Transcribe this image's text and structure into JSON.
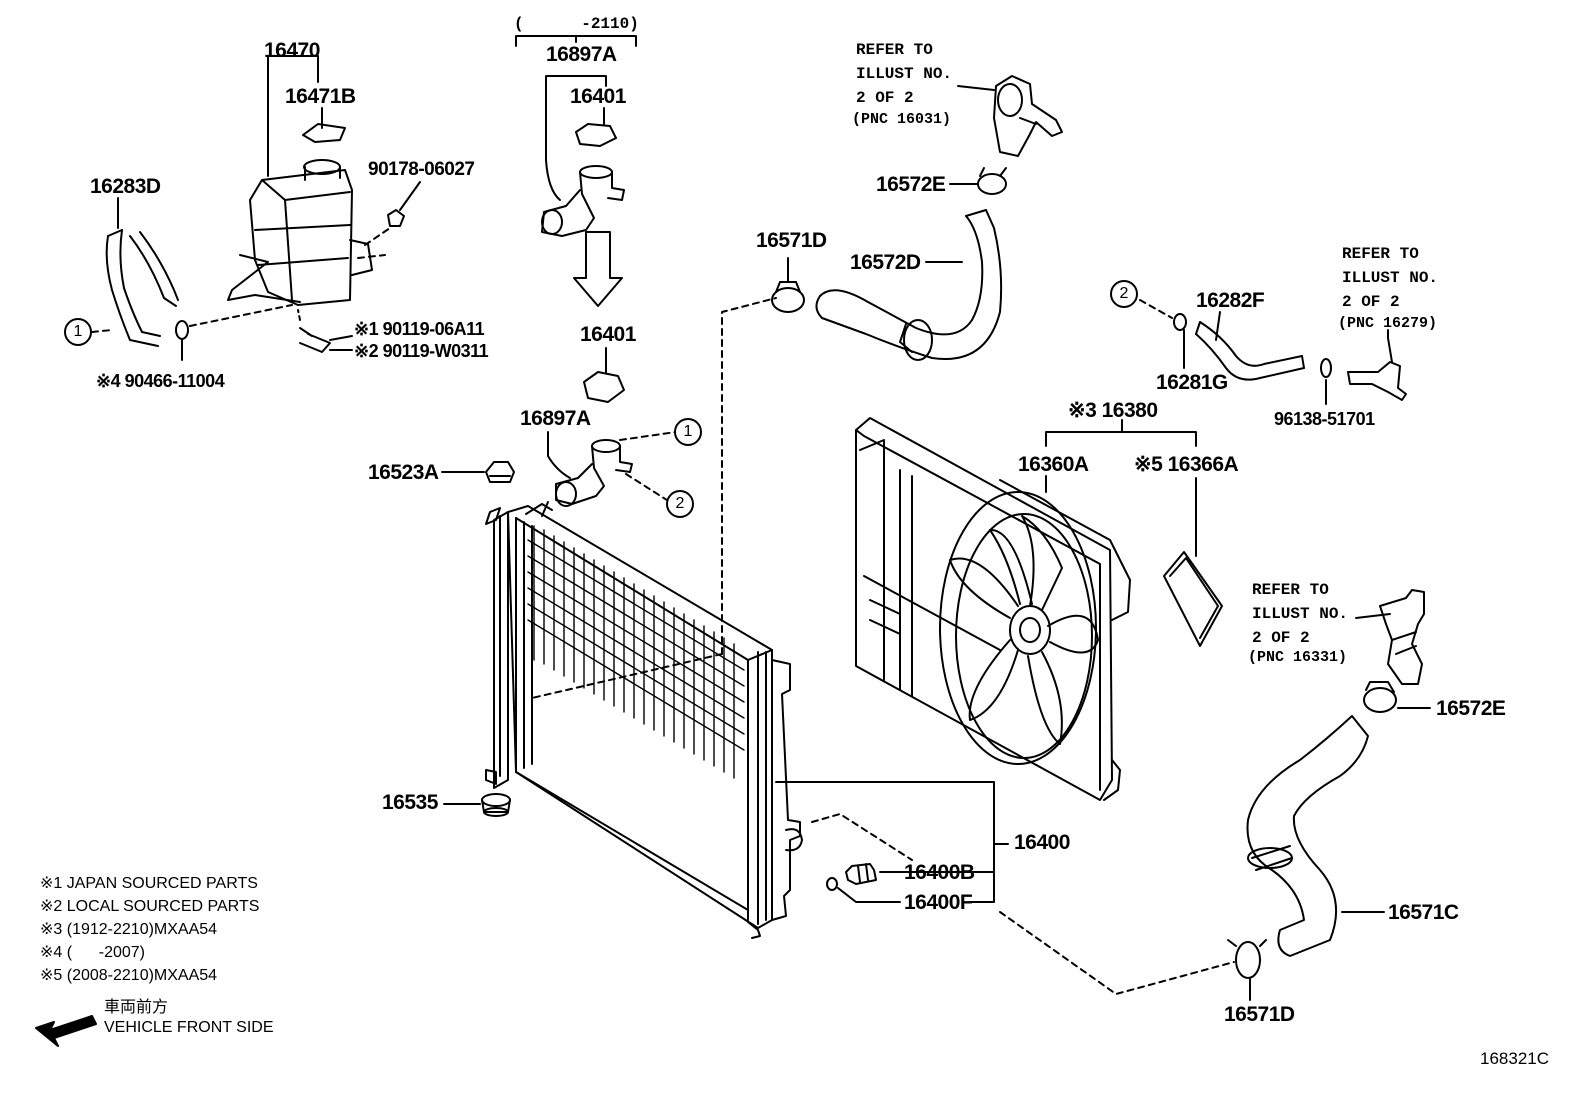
{
  "parts": {
    "p16470": "16470",
    "p16471B": "16471B",
    "p90178": "90178-06027",
    "p16283D": "16283D",
    "p90119a": "※1 90119-06A11",
    "p90119b": "※2 90119-W0311",
    "p90466": "※4 90466-11004",
    "p16897A_top": "16897A",
    "p16401_top": "16401",
    "p16401_mid": "16401",
    "p16897A_mid": "16897A",
    "p16523A": "16523A",
    "p16535": "16535",
    "p16571D_top": "16571D",
    "p16572D": "16572D",
    "p16572E_top": "16572E",
    "p16282F": "16282F",
    "p16281G": "16281G",
    "p96138": "96138-51701",
    "p16380": "※3 16380",
    "p16360A": "16360A",
    "p16366A": "※5 16366A",
    "p16572E_bot": "16572E",
    "p16571C": "16571C",
    "p16571D_bot": "16571D",
    "p16400": "16400",
    "p16400B": "16400B",
    "p16400F": "16400F"
  },
  "range_top": "(      -2110)",
  "refer1": [
    "REFER TO",
    "ILLUST NO.",
    "2 OF 2",
    "(PNC 16031)"
  ],
  "refer2": [
    "REFER TO",
    "ILLUST NO.",
    "2 OF 2",
    "(PNC 16279)"
  ],
  "refer3": [
    "REFER TO",
    "ILLUST NO.",
    "2 OF 2",
    "(PNC 16331)"
  ],
  "callouts": {
    "c1": "1",
    "c2": "2"
  },
  "notes": [
    "※1 JAPAN SOURCED PARTS",
    "※2 LOCAL SOURCED PARTS",
    "※3 (1912-2210)MXAA54",
    "※4 (      -2007)",
    "※5 (2008-2210)MXAA54"
  ],
  "front": {
    "jp": "車両前方",
    "en": "VEHICLE FRONT SIDE"
  },
  "figure_id": "168321C"
}
